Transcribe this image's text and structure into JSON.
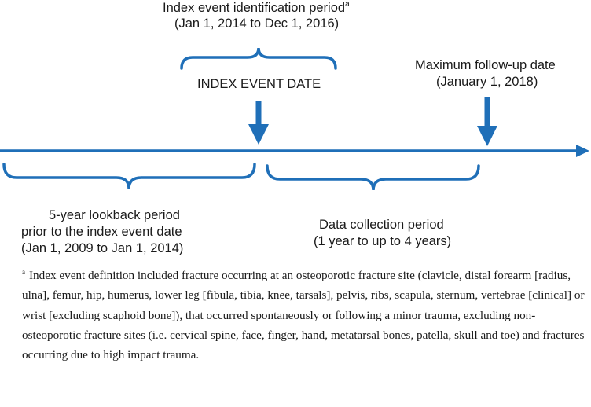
{
  "diagram": {
    "index_period": {
      "title": "Index event identification period",
      "title_marker": "a",
      "range": "(Jan 1, 2014 to Dec 1, 2016)"
    },
    "index_event_label": "INDEX EVENT DATE",
    "followup": {
      "title": "Maximum follow-up date",
      "date": "(January 1, 2018)"
    },
    "lookback": {
      "line1": "5-year lookback period",
      "line2": "prior to the index event date",
      "line3": "(Jan 1, 2009 to Jan 1, 2014)"
    },
    "collection": {
      "title": "Data collection period",
      "range": "(1 year to up to 4 years)"
    },
    "accent_color": "#1f6fb8"
  },
  "footnote": {
    "marker": "a",
    "text": "Index event definition included fracture occurring at an osteoporotic fracture site (clavicle, distal forearm [radius, ulna], femur, hip, humerus, lower leg [fibula, tibia, knee, tarsals], pelvis, ribs, scapula, sternum, vertebrae [clinical] or wrist [excluding scaphoid bone]), that occurred spontaneously or following a minor trauma, excluding non-osteoporotic fracture sites (i.e. cervical spine, face, finger, hand, metatarsal bones, patella, skull and toe) and fractures occurring due to high impact trauma."
  }
}
